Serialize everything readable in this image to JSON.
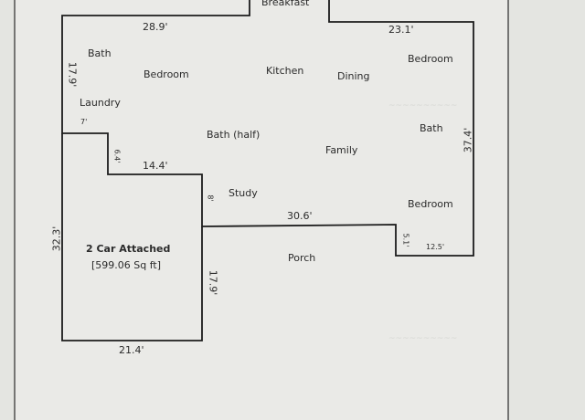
{
  "rooms": {
    "breakfast": "Breakfast",
    "bath_top": "Bath",
    "bedroom_left": "Bedroom",
    "kitchen": "Kitchen",
    "dining": "Dining",
    "bedroom_right_top": "Bedroom",
    "laundry": "Laundry",
    "bath_half": "Bath (half)",
    "bath_right": "Bath",
    "family": "Family",
    "study": "Study",
    "bedroom_right_bottom": "Bedroom",
    "porch": "Porch"
  },
  "garage": {
    "title": "2 Car Attached",
    "area": "[599.06 Sq ft]"
  },
  "dimensions": {
    "top_left": "28.9'",
    "top_right": "23.1'",
    "left_upper": "17.9'",
    "notch_width": "7'",
    "notch_height": "6.4'",
    "mid_width": "14.4'",
    "study_step": "8'",
    "porch_width": "30.6'",
    "right_height": "37.4'",
    "right_step": "5.1'",
    "bottom_right": "12.5'",
    "garage_left": "32.3'",
    "garage_right": "17.9'",
    "garage_bottom": "21.4'"
  },
  "colors": {
    "background": "#e4e5e1",
    "sheet": "#eaeae7",
    "walls": "#1c1c1c"
  }
}
